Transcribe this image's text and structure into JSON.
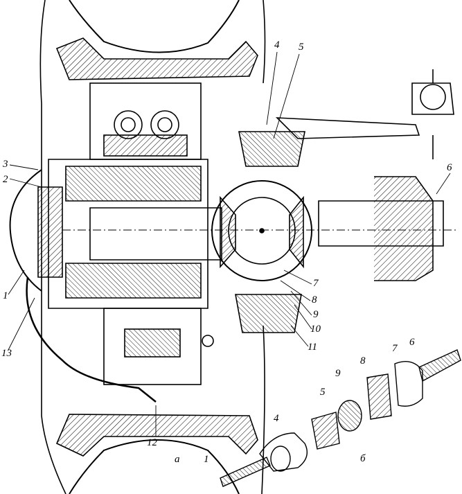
{
  "figure": {
    "callouts": {
      "n1": "1",
      "n2": "2",
      "n3": "3",
      "n4": "4",
      "n5": "5",
      "n6": "6",
      "n7": "7",
      "n8": "8",
      "n9": "9",
      "n10": "10",
      "n11": "11",
      "n12": "12",
      "n13": "13"
    },
    "panel_a": "а",
    "panel_b": "б",
    "exploded_callouts": {
      "e1": "1",
      "e4": "4",
      "e5": "5",
      "e6": "6",
      "e7": "7",
      "e8": "8",
      "e9": "9"
    }
  }
}
